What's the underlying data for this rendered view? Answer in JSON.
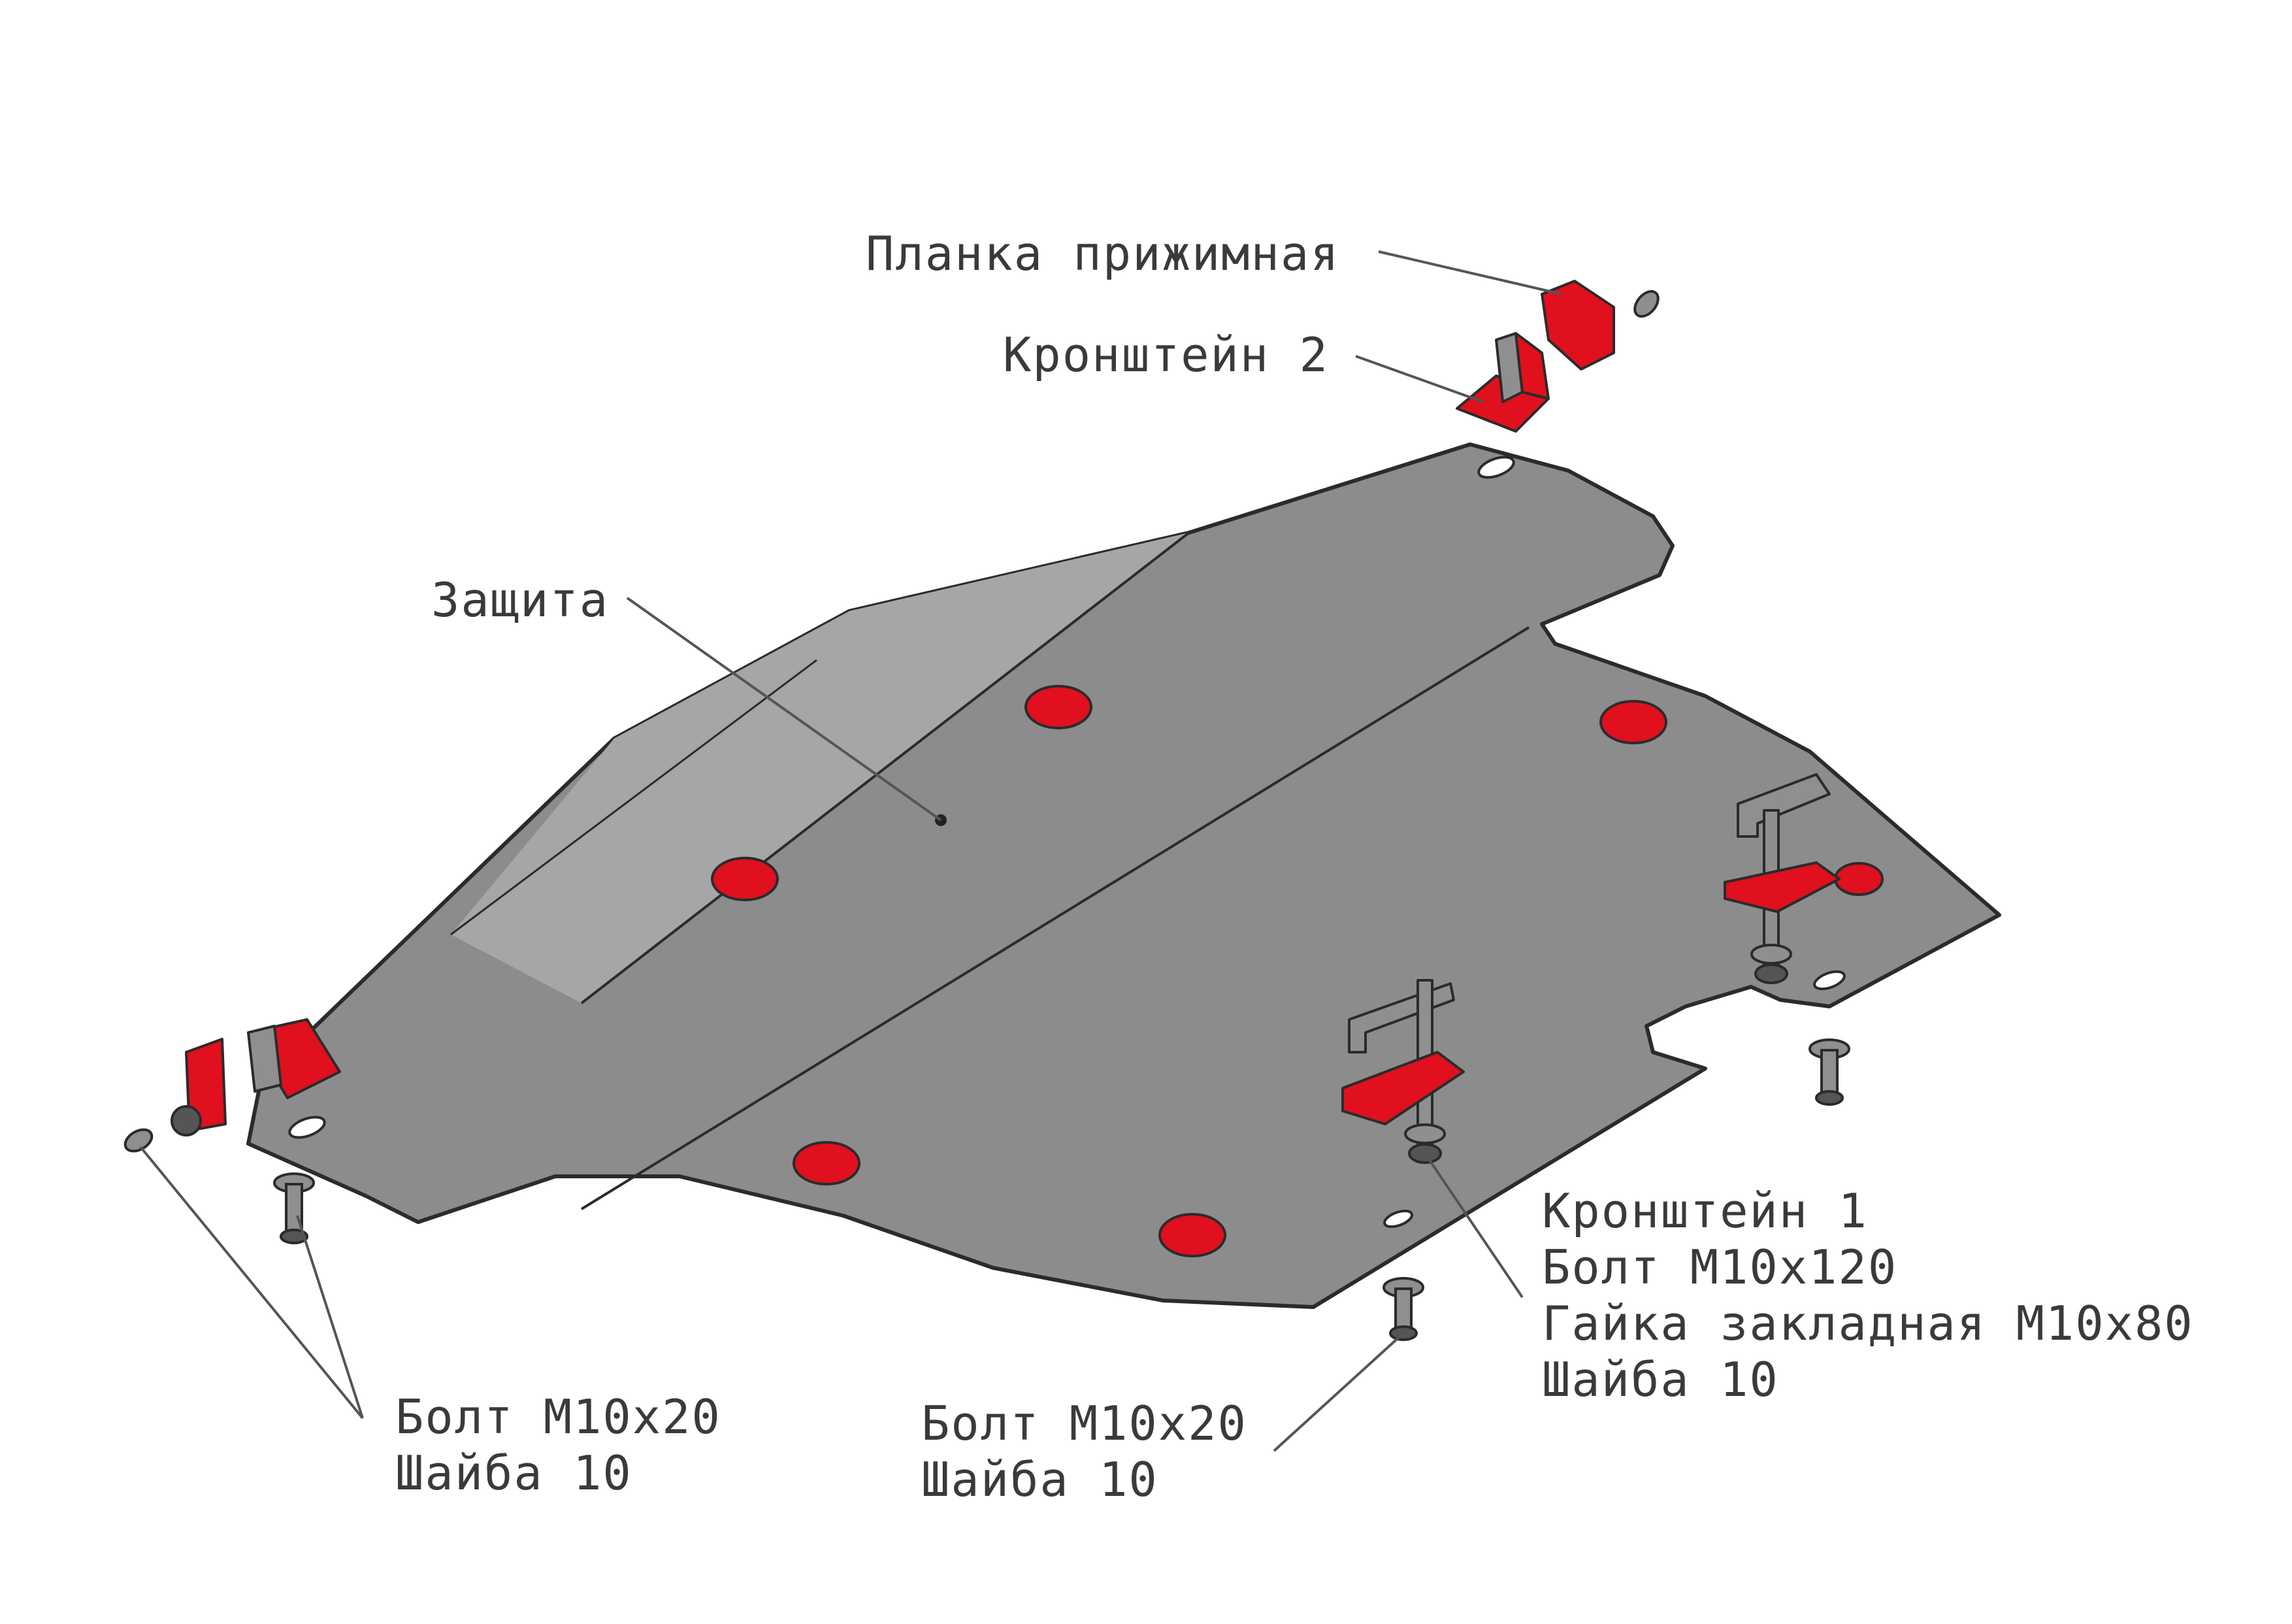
{
  "labels": {
    "planka": "Планка прижимная",
    "kronshtein2": "Кронштейн 2",
    "zashchita": "Защита",
    "right_group": [
      "Кронштейн 1",
      "Болт М10х120",
      "Гайка закладная М10х80",
      "Шайба 10"
    ],
    "left_group": [
      "Болт М10х20",
      "Шайба 10"
    ],
    "bottom_group": [
      "Болт М10х20",
      "Шайба 10"
    ]
  },
  "colors": {
    "plate": "#8c8c8c",
    "plate_light": "#a6a6a6",
    "outline": "#2b2b2b",
    "accent_red": "#e0101e",
    "bolt": "#8f8f8f",
    "leader": "#555555",
    "text": "#3a3a3a"
  }
}
